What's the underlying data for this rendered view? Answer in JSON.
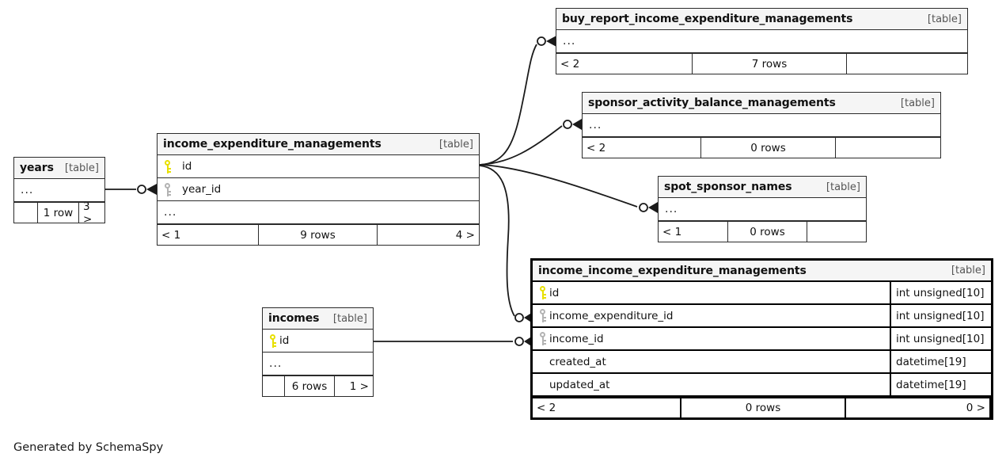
{
  "diagram": {
    "kind": "schemaspy-er-diagram",
    "credit": "Generated by SchemaSpy",
    "table_tag": "[table]",
    "colors": {
      "primary_key_icon": "#e8e000",
      "foreign_key_icon": "#b3b3b3",
      "header_background": "#f5f5f5",
      "border": "#2b2b2b",
      "emphasis_border": "#000000",
      "page_background": "#ffffff"
    }
  },
  "tables": [
    {
      "id": "years",
      "name": "years",
      "tag": "[table]",
      "emphasized": false,
      "rows": [
        {
          "kind": "ellipsis",
          "label": "..."
        }
      ],
      "footer": [
        {
          "text": "",
          "align": "left"
        },
        {
          "text": "1 row",
          "align": "center"
        },
        {
          "text": "3 >",
          "align": "right"
        }
      ]
    },
    {
      "id": "income_expenditure_managements",
      "name": "income_expenditure_managements",
      "tag": "[table]",
      "emphasized": false,
      "rows": [
        {
          "kind": "column",
          "key": "primary",
          "label": "id"
        },
        {
          "kind": "column",
          "key": "foreign",
          "label": "year_id"
        },
        {
          "kind": "ellipsis",
          "label": "..."
        }
      ],
      "footer": [
        {
          "text": "< 1",
          "align": "left"
        },
        {
          "text": "9 rows",
          "align": "center"
        },
        {
          "text": "4 >",
          "align": "right"
        }
      ]
    },
    {
      "id": "buy_report_income_expenditure_managements",
      "name": "buy_report_income_expenditure_managements",
      "tag": "[table]",
      "emphasized": false,
      "rows": [
        {
          "kind": "ellipsis",
          "label": "..."
        }
      ],
      "footer": [
        {
          "text": "< 2",
          "align": "left"
        },
        {
          "text": "7 rows",
          "align": "center"
        },
        {
          "text": "",
          "align": "right"
        }
      ]
    },
    {
      "id": "sponsor_activity_balance_managements",
      "name": "sponsor_activity_balance_managements",
      "tag": "[table]",
      "emphasized": false,
      "rows": [
        {
          "kind": "ellipsis",
          "label": "..."
        }
      ],
      "footer": [
        {
          "text": "< 2",
          "align": "left"
        },
        {
          "text": "0 rows",
          "align": "center"
        },
        {
          "text": "",
          "align": "right"
        }
      ]
    },
    {
      "id": "spot_sponsor_names",
      "name": "spot_sponsor_names",
      "tag": "[table]",
      "emphasized": false,
      "rows": [
        {
          "kind": "ellipsis",
          "label": "..."
        }
      ],
      "footer": [
        {
          "text": "< 1",
          "align": "left"
        },
        {
          "text": "0 rows",
          "align": "center"
        },
        {
          "text": "",
          "align": "right"
        }
      ]
    },
    {
      "id": "incomes",
      "name": "incomes",
      "tag": "[table]",
      "emphasized": false,
      "rows": [
        {
          "kind": "column",
          "key": "primary",
          "label": "id"
        },
        {
          "kind": "ellipsis",
          "label": "..."
        }
      ],
      "footer": [
        {
          "text": "",
          "align": "left"
        },
        {
          "text": "6 rows",
          "align": "center"
        },
        {
          "text": "1 >",
          "align": "right"
        }
      ]
    },
    {
      "id": "income_income_expenditure_managements",
      "name": "income_income_expenditure_managements",
      "tag": "[table]",
      "emphasized": true,
      "rows": [
        {
          "kind": "column",
          "key": "primary",
          "label": "id",
          "type": "int unsigned[10]"
        },
        {
          "kind": "column",
          "key": "foreign",
          "label": "income_expenditure_id",
          "type": "int unsigned[10]"
        },
        {
          "kind": "column",
          "key": "foreign",
          "label": "income_id",
          "type": "int unsigned[10]"
        },
        {
          "kind": "column",
          "key": "none",
          "label": "created_at",
          "type": "datetime[19]"
        },
        {
          "kind": "column",
          "key": "none",
          "label": "updated_at",
          "type": "datetime[19]"
        }
      ],
      "footer": [
        {
          "text": "< 2",
          "align": "left"
        },
        {
          "text": "0 rows",
          "align": "center"
        },
        {
          "text": "0 >",
          "align": "right"
        }
      ]
    }
  ],
  "relationships": [
    {
      "from": "years",
      "to": "income_expenditure_managements",
      "to_column": "year_id"
    },
    {
      "from": "income_expenditure_managements",
      "to": "buy_report_income_expenditure_managements"
    },
    {
      "from": "income_expenditure_managements",
      "to": "sponsor_activity_balance_managements"
    },
    {
      "from": "income_expenditure_managements",
      "to": "spot_sponsor_names"
    },
    {
      "from": "income_expenditure_managements",
      "to": "income_income_expenditure_managements",
      "to_column": "income_expenditure_id"
    },
    {
      "from": "incomes",
      "to": "income_income_expenditure_managements",
      "to_column": "income_id"
    }
  ]
}
